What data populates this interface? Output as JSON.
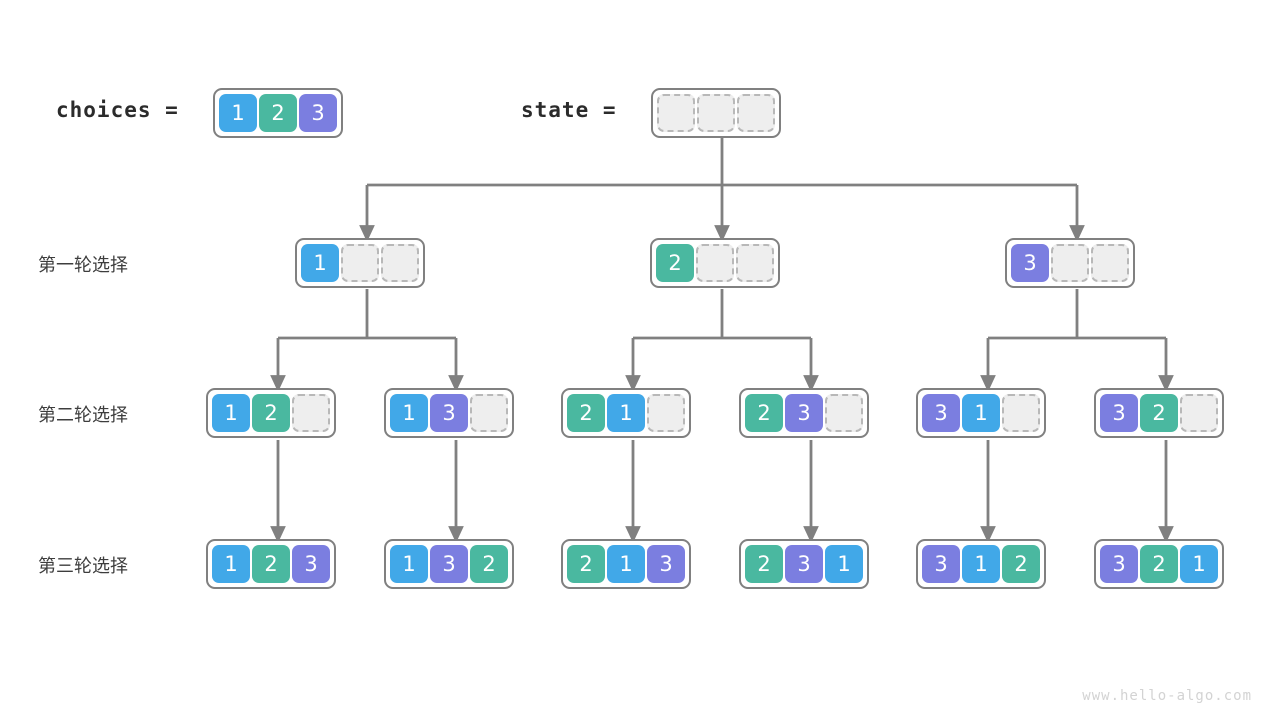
{
  "watermark": "www.hello-algo.com",
  "palette": {
    "one": "#41a8e8",
    "two": "#4ab8a0",
    "three": "#7b7ee0",
    "empty_fill": "#eeeeee",
    "empty_border": "#b8b8b8",
    "node_border": "#808080",
    "edge": "#808080",
    "label_text": "#3d3d3d",
    "var_text": "#2b2b2b",
    "watermark_text": "#d3d3d3",
    "background": "#ffffff"
  },
  "header": {
    "choices_label": "choices =",
    "state_label": "state =",
    "choices_values": [
      "1",
      "2",
      "3"
    ],
    "state_values": [
      "",
      "",
      ""
    ]
  },
  "row_labels": [
    "第一轮选择",
    "第二轮选择",
    "第三轮选择"
  ],
  "rows": [
    {
      "label": "第一轮选择",
      "nodes": [
        {
          "cells": [
            "1",
            "",
            ""
          ]
        },
        {
          "cells": [
            "2",
            "",
            ""
          ]
        },
        {
          "cells": [
            "3",
            "",
            ""
          ]
        }
      ]
    },
    {
      "label": "第二轮选择",
      "nodes": [
        {
          "cells": [
            "1",
            "2",
            ""
          ]
        },
        {
          "cells": [
            "1",
            "3",
            ""
          ]
        },
        {
          "cells": [
            "2",
            "1",
            ""
          ]
        },
        {
          "cells": [
            "2",
            "3",
            ""
          ]
        },
        {
          "cells": [
            "3",
            "1",
            ""
          ]
        },
        {
          "cells": [
            "3",
            "2",
            ""
          ]
        }
      ]
    },
    {
      "label": "第三轮选择",
      "nodes": [
        {
          "cells": [
            "1",
            "2",
            "3"
          ]
        },
        {
          "cells": [
            "1",
            "3",
            "2"
          ]
        },
        {
          "cells": [
            "2",
            "1",
            "3"
          ]
        },
        {
          "cells": [
            "2",
            "3",
            "1"
          ]
        },
        {
          "cells": [
            "3",
            "1",
            "2"
          ]
        },
        {
          "cells": [
            "3",
            "2",
            "1"
          ]
        }
      ]
    }
  ]
}
